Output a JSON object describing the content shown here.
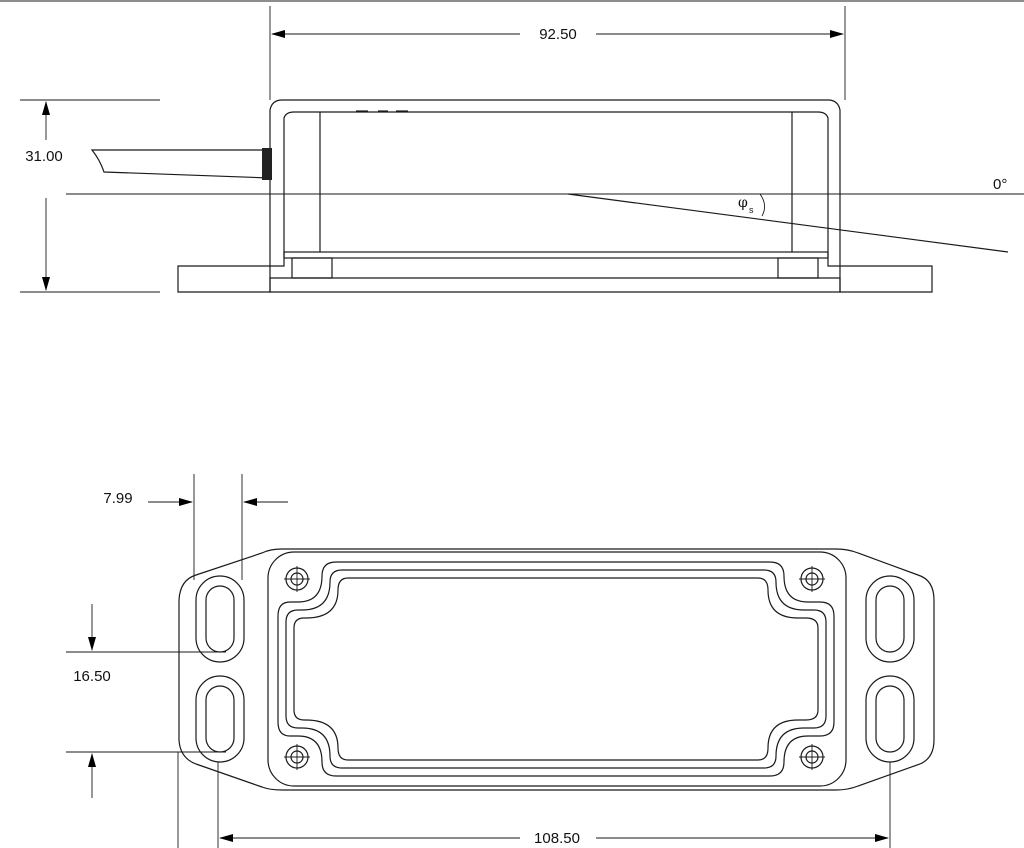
{
  "dimensions": {
    "width_top": "92.50",
    "height_side": "31.00",
    "slot_width": "7.99",
    "slot_spacing": "16.50",
    "hole_spacing": "108.50"
  },
  "angle": {
    "zero_label": "0°",
    "symbol": "φ",
    "subscript": "s"
  }
}
